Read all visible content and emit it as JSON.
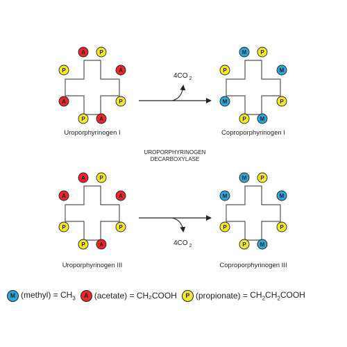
{
  "colors": {
    "methyl": "#29a7df",
    "acetate": "#e8262b",
    "propionate": "#f5e72a",
    "line": "#555555",
    "text": "#222222"
  },
  "labels": {
    "uro1": "Uroporphyrinogen I",
    "copro1": "Coproporphyrinogen I",
    "uro3": "Uroporphyrinogen III",
    "copro3": "Coproporphyrinogen III",
    "enzyme_line1": "UROPORPHYRINOGEN",
    "enzyme_line2": "DECARBOXYLASE",
    "co2_coef": "4CO",
    "co2_sub": "2"
  },
  "molecules": {
    "uro1": [
      "A",
      "P",
      "A",
      "P",
      "A",
      "P",
      "A",
      "P"
    ],
    "copro1": [
      "M",
      "P",
      "M",
      "P",
      "M",
      "P",
      "M",
      "P"
    ],
    "uro3": [
      "A",
      "P",
      "A",
      "P",
      "A",
      "P",
      "P",
      "A"
    ],
    "copro3": [
      "M",
      "P",
      "M",
      "P",
      "M",
      "P",
      "P",
      "M"
    ]
  },
  "legend": {
    "methyl_letter": "M",
    "methyl_text": "(methyl) = CH",
    "methyl_sub": "3",
    "acetate_letter": "A",
    "acetate_text": "(acetate) = ",
    "acetate_formula": "CH₂COOH",
    "propionate_letter": "P",
    "propionate_text": "(propionate) = ",
    "propionate_formula_a": "CH",
    "propionate_sub_a": "2",
    "propionate_formula_b": "CH",
    "propionate_sub_b": "2",
    "propionate_formula_c": "COOH"
  }
}
